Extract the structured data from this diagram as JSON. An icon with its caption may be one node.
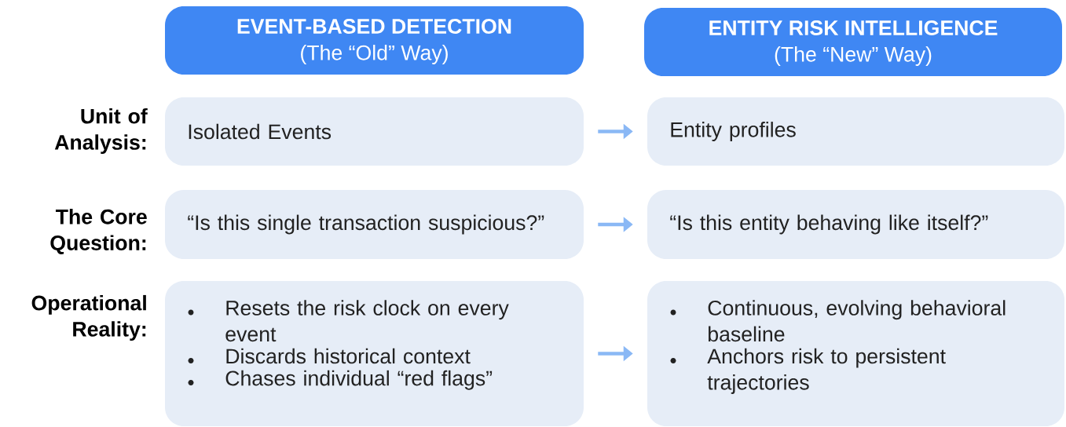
{
  "diagram": {
    "nodes": [
      {
        "text": [
          "EVENT-BASED DETECTION",
          "(The “Old” Way)"
        ]
      },
      {
        "text": [
          "ENTITY RISK INTELLIGENCE",
          "(The “New” Way)"
        ]
      },
      {
        "text": [
          "Isolated Events"
        ]
      },
      {
        "text": [
          "Entity profiles"
        ]
      },
      {
        "text": [
          "“Is this single transaction suspicious?”"
        ]
      },
      {
        "text": [
          "“Is this entity behaving like itself?”"
        ]
      },
      {
        "text": [
          "Resets the risk clock on every event",
          "Discards historical context",
          "Chases individual “red flags”"
        ]
      },
      {
        "text": [
          "Continuous, evolving behavioral baseline",
          "Anchors risk to persistent trajectories"
        ]
      }
    ],
    "edges": [
      {
        "from": 2,
        "to": 3,
        "arrow": "to"
      },
      {
        "from": 4,
        "to": 5,
        "arrow": "to"
      },
      {
        "from": 6,
        "to": 7,
        "arrow": "to"
      }
    ],
    "labels": [
      "Unit of Analysis:",
      "The Core Question:",
      "Operational Reality:"
    ]
  }
}
